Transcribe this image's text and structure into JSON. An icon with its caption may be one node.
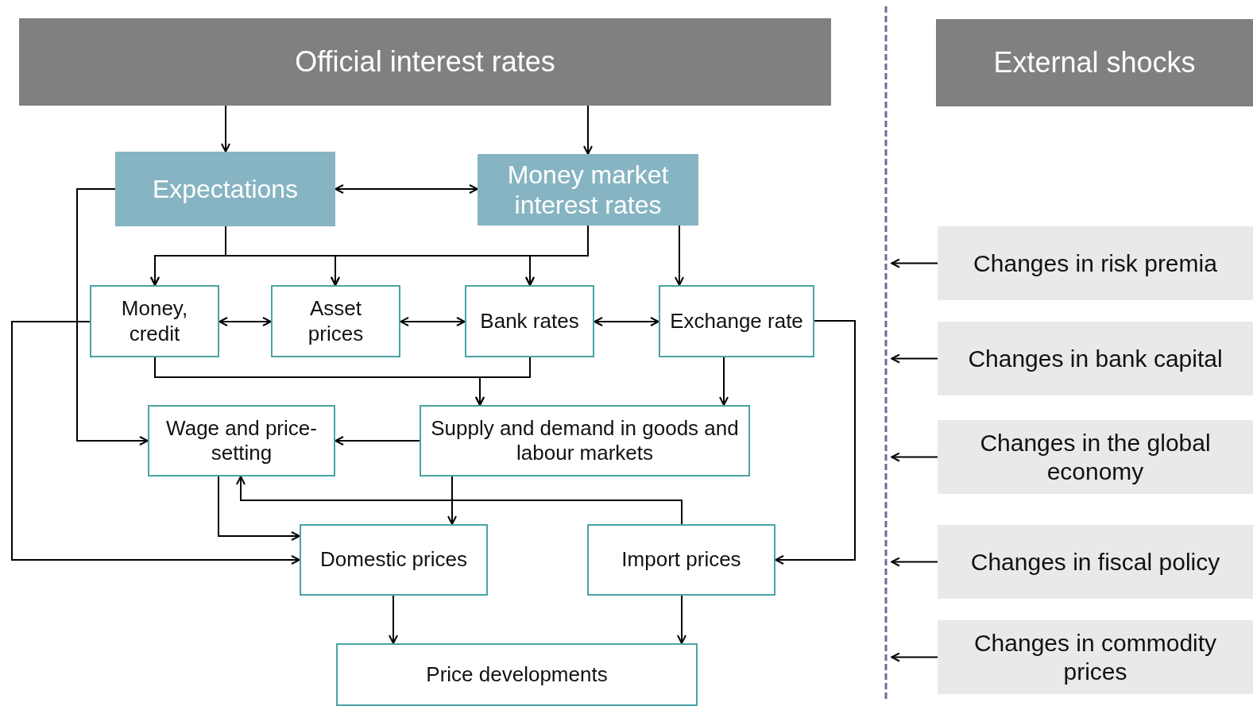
{
  "diagram": {
    "nodes": [
      {
        "text": [
          "Official interest rates"
        ]
      },
      {
        "text": [
          "External shocks"
        ]
      },
      {
        "text": [
          "Expectations"
        ]
      },
      {
        "text": [
          "Money market interest rates"
        ]
      },
      {
        "text": [
          "Money, credit"
        ]
      },
      {
        "text": [
          "Asset prices"
        ]
      },
      {
        "text": [
          "Bank rates"
        ]
      },
      {
        "text": [
          "Exchange rate"
        ]
      },
      {
        "text": [
          "Wage and price-setting"
        ]
      },
      {
        "text": [
          "Supply and demand in goods and labour markets"
        ]
      },
      {
        "text": [
          "Domestic prices"
        ]
      },
      {
        "text": [
          "Import prices"
        ]
      },
      {
        "text": [
          "Price developments"
        ]
      },
      {
        "text": [
          "Changes in risk premia"
        ]
      },
      {
        "text": [
          "Changes in bank capital"
        ]
      },
      {
        "text": [
          "Changes in the global economy"
        ]
      },
      {
        "text": [
          "Changes in fiscal policy"
        ]
      },
      {
        "text": [
          "Changes in commodity prices"
        ]
      }
    ],
    "edges": [
      {
        "from": 0,
        "to": 2,
        "arrow": "to"
      },
      {
        "from": 0,
        "to": 3,
        "arrow": "to"
      },
      {
        "from": 2,
        "to": 3,
        "arrow": "both"
      },
      {
        "from": 2,
        "to": 4,
        "arrow": "to"
      },
      {
        "from": 2,
        "to": 5,
        "arrow": "to"
      },
      {
        "from": 2,
        "to": 6,
        "arrow": "to"
      },
      {
        "from": 3,
        "to": 4,
        "arrow": "to"
      },
      {
        "from": 3,
        "to": 5,
        "arrow": "to"
      },
      {
        "from": 3,
        "to": 6,
        "arrow": "to"
      },
      {
        "from": 3,
        "to": 7,
        "arrow": "to"
      },
      {
        "from": 4,
        "to": 5,
        "arrow": "both"
      },
      {
        "from": 5,
        "to": 6,
        "arrow": "both"
      },
      {
        "from": 6,
        "to": 7,
        "arrow": "both"
      },
      {
        "from": 4,
        "to": 9,
        "arrow": "to"
      },
      {
        "from": 6,
        "to": 9,
        "arrow": "to"
      },
      {
        "from": 7,
        "to": 9,
        "arrow": "to"
      },
      {
        "from": 2,
        "to": 8,
        "arrow": "to"
      },
      {
        "from": 9,
        "to": 8,
        "arrow": "to"
      },
      {
        "from": 4,
        "to": 10,
        "arrow": "to"
      },
      {
        "from": 8,
        "to": 10,
        "arrow": "to"
      },
      {
        "from": 11,
        "to": 8,
        "arrow": "to"
      },
      {
        "from": 9,
        "to": 10,
        "arrow": "to"
      },
      {
        "from": 7,
        "to": 11,
        "arrow": "to"
      },
      {
        "from": 10,
        "to": 12,
        "arrow": "to"
      },
      {
        "from": 11,
        "to": 12,
        "arrow": "to"
      },
      {
        "from": 13,
        "to": null,
        "arrow": "to"
      },
      {
        "from": 14,
        "to": null,
        "arrow": "to"
      },
      {
        "from": 15,
        "to": null,
        "arrow": "to"
      },
      {
        "from": 16,
        "to": null,
        "arrow": "to"
      },
      {
        "from": 17,
        "to": null,
        "arrow": "to"
      }
    ]
  }
}
